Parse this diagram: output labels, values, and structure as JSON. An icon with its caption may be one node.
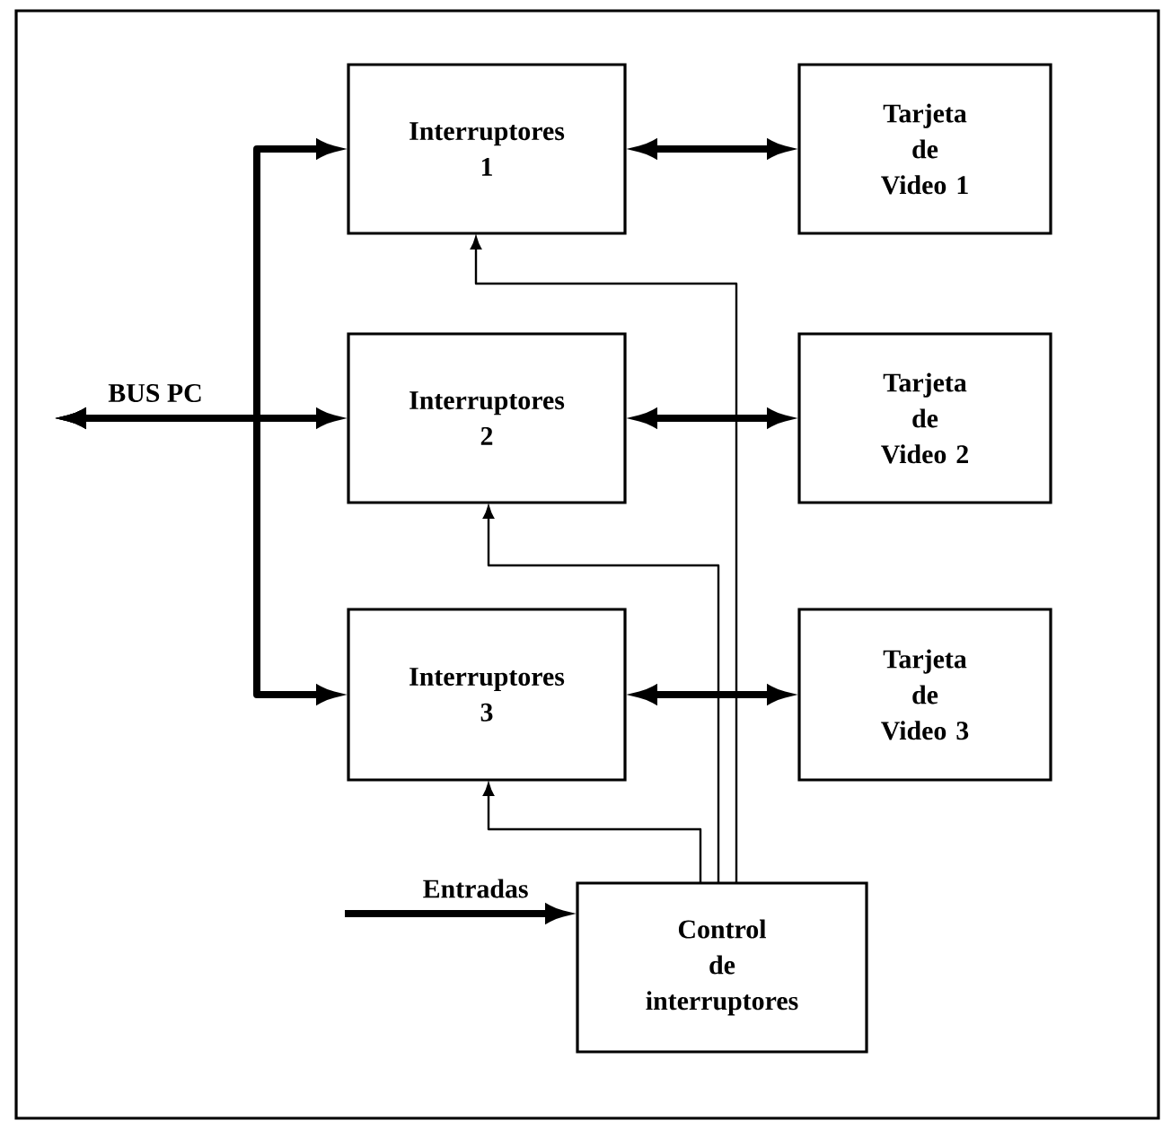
{
  "diagram": {
    "nodes": [
      {
        "text": [
          "Interruptores 1"
        ]
      },
      {
        "text": [
          "Tarjeta de Video 1"
        ]
      },
      {
        "text": [
          "Interruptores 2"
        ]
      },
      {
        "text": [
          "Tarjeta de Video 2"
        ]
      },
      {
        "text": [
          "Interruptores 3"
        ]
      },
      {
        "text": [
          "Tarjeta de Video 3"
        ]
      },
      {
        "text": [
          "Control de interruptores"
        ]
      }
    ],
    "edges": [
      {
        "from": null,
        "to": 0,
        "arrow": "both"
      },
      {
        "from": null,
        "to": 2,
        "arrow": "both",
        "label": "BUS PC"
      },
      {
        "from": null,
        "to": 4,
        "arrow": "both"
      },
      {
        "from": 0,
        "to": 1,
        "arrow": "both"
      },
      {
        "from": 2,
        "to": 3,
        "arrow": "both"
      },
      {
        "from": 4,
        "to": 5,
        "arrow": "both"
      },
      {
        "from": 6,
        "to": 0,
        "arrow": "to"
      },
      {
        "from": 6,
        "to": 2,
        "arrow": "to"
      },
      {
        "from": 6,
        "to": 4,
        "arrow": "to"
      },
      {
        "from": null,
        "to": 6,
        "arrow": "to",
        "label": "Entradas"
      }
    ]
  }
}
